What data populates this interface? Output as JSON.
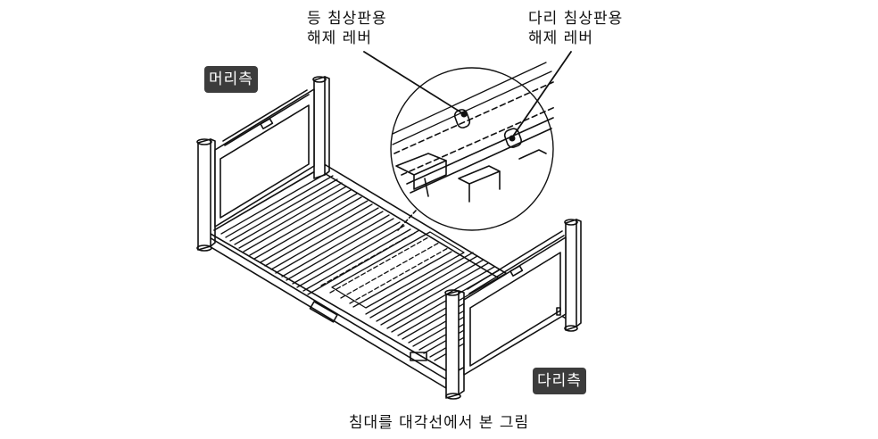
{
  "labels": {
    "back_lever_line1": "등 침상판용",
    "back_lever_line2": "해제 레버",
    "leg_lever_line1": "다리 침상판용",
    "leg_lever_line2": "해제 레버"
  },
  "tags": {
    "head_side": "머리측",
    "foot_side": "다리측"
  },
  "caption": "침대를 대각선에서 본 그림"
}
